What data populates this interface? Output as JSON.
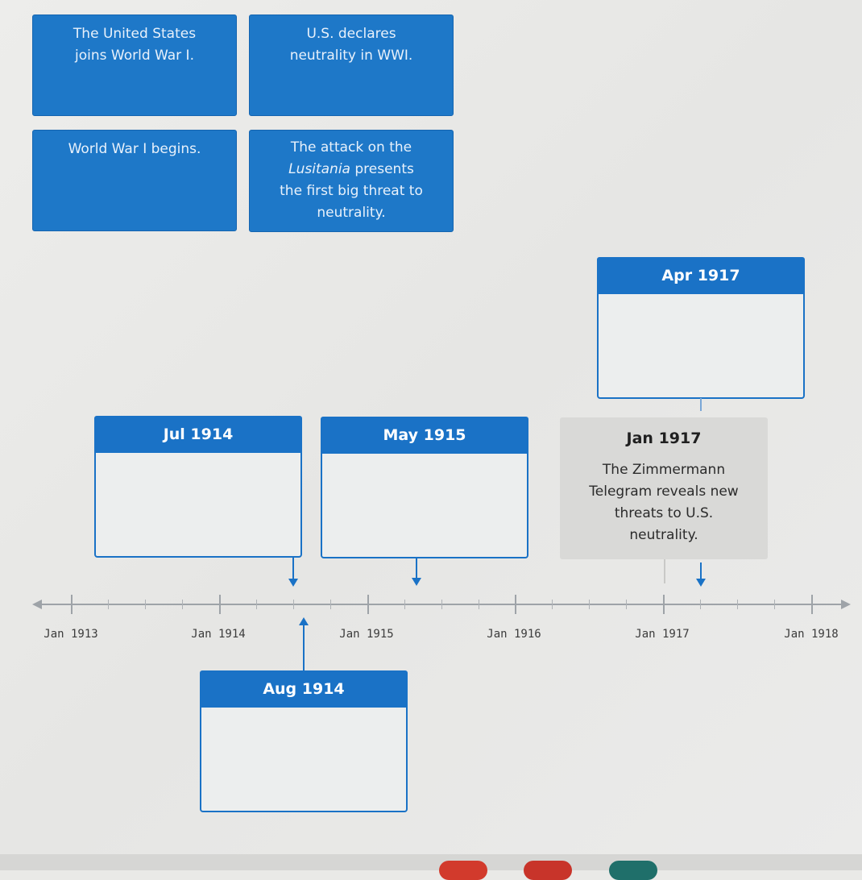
{
  "tiles": [
    {
      "lines": [
        "The United States",
        "joins World War I."
      ]
    },
    {
      "lines": [
        "U.S. declares",
        "neutrality in WWI."
      ]
    },
    {
      "lines": [
        "World War I begins."
      ]
    },
    {
      "italic": "Lusitania",
      "lines": [
        "The attack on the",
        " presents",
        "the first big threat to",
        "neutrality."
      ]
    }
  ],
  "cards": {
    "apr1917": {
      "date": "Apr 1917"
    },
    "jul1914": {
      "date": "Jul 1914"
    },
    "may1915": {
      "date": "May 1915"
    },
    "aug1914": {
      "date": "Aug 1914"
    },
    "jan1917": {
      "date": "Jan 1917",
      "text": [
        "The  Zimmermann",
        "Telegram reveals new",
        "threats to U.S.",
        "neutrality."
      ]
    }
  },
  "axis": {
    "years": [
      "Jan 1913",
      "Jan 1914",
      "Jan 1915",
      "Jan 1916",
      "Jan 1917",
      "Jan 1918"
    ]
  },
  "colors": {
    "tile_blue": "#1e78c8",
    "header_blue": "#1a72c6",
    "given_card_gray": "#d9d9d7"
  }
}
